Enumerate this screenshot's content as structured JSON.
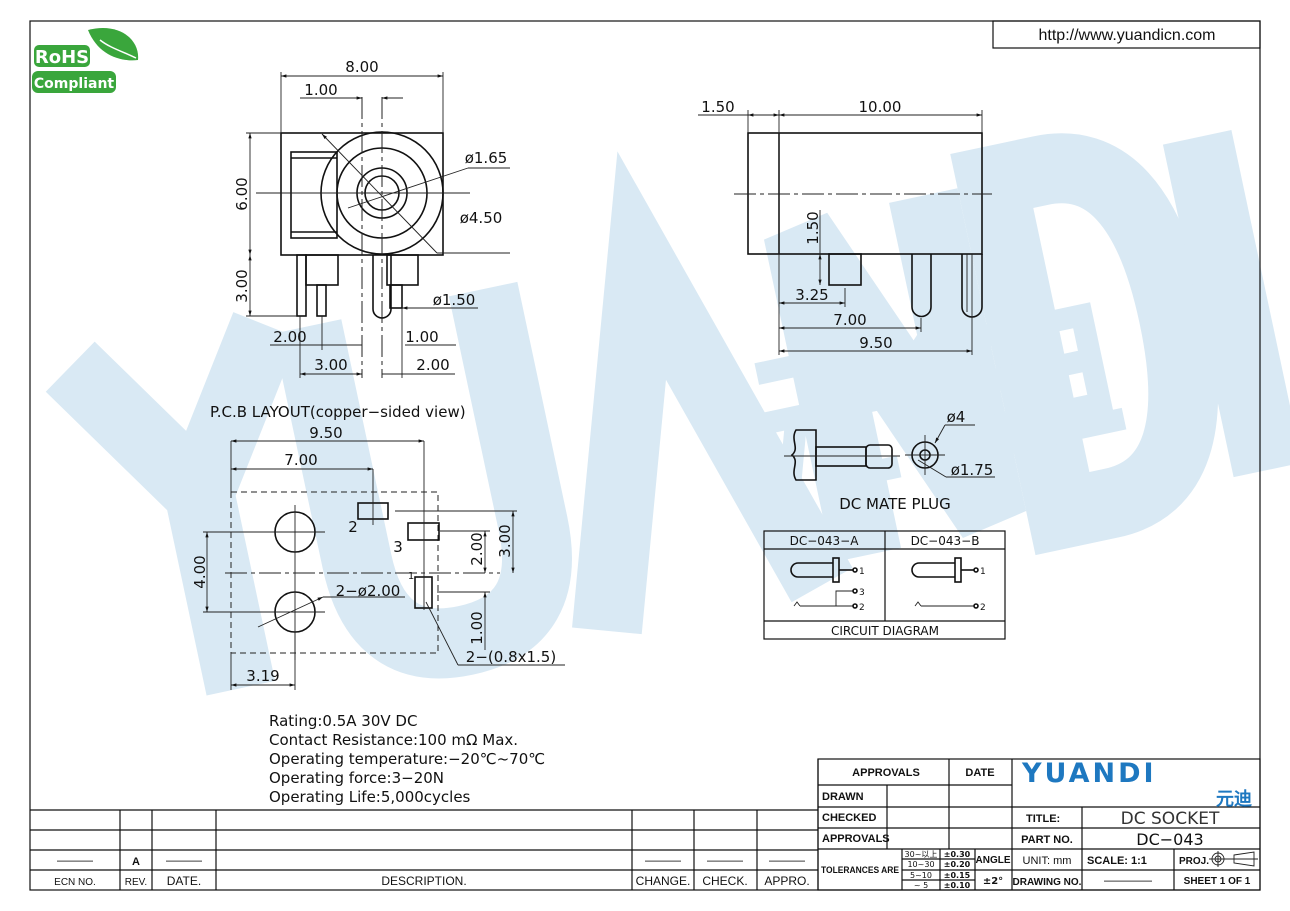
{
  "header": {
    "url": "http://www.yuandicn.com"
  },
  "rohs_logo": {
    "line1": "RoHS",
    "line2": "Compliant"
  },
  "watermark": {
    "latin": "YUANDI",
    "cjk": "元迪"
  },
  "front_view": {
    "dims": {
      "width": "8.00",
      "offset": "1.00",
      "height": "6.00",
      "pin_len": "3.00",
      "d_inner": "ø1.65",
      "d_outer": "ø4.50",
      "d_pin": "ø1.50",
      "b1": "2.00",
      "b2": "1.00",
      "b3": "3.00",
      "b4": "2.00"
    }
  },
  "side_view": {
    "dims": {
      "front": "1.50",
      "length": "10.00",
      "height": "1.50",
      "p1": "3.25",
      "p2": "7.00",
      "p3": "9.50"
    }
  },
  "plug": {
    "title": "DC  MATE  PLUG",
    "d_outer": "ø4",
    "d_inner": "ø1.75"
  },
  "pcb": {
    "title": "P.C.B  LAYOUT(copper−sided  view)",
    "dims": {
      "w1": "9.50",
      "w2": "7.00",
      "h1": "4.00",
      "h2": "3.00",
      "h3": "2.00",
      "h4": "1.00",
      "x1": "3.19"
    },
    "labels": {
      "pin2": "2",
      "pin3": "3",
      "pin1": "1",
      "holes": "2−ø2.00",
      "pads": "2−(0.8x1.5)"
    }
  },
  "circuit": {
    "col_a": "DC−043−A",
    "col_b": "DC−043−B",
    "footer": "CIRCUIT  DIAGRAM",
    "pins": {
      "p1": "1",
      "p2": "2",
      "p3": "3"
    }
  },
  "specs": [
    "Rating:0.5A  30V  DC",
    "Contact  Resistance:100  mΩ  Max.",
    "Operating  temperature:−20℃~70℃",
    "Operating  force:3−20N",
    "Operating  Life:5,000cycles"
  ],
  "revision_table": {
    "rev": "A",
    "dash": "———",
    "headers": [
      "ECN  NO.",
      "REV.",
      "DATE.",
      "DESCRIPTION.",
      "CHANGE.",
      "CHECK.",
      "APPRO."
    ]
  },
  "title_block": {
    "approvals": "APPROVALS",
    "date": "DATE",
    "drawn": "DRAWN",
    "checked": "CHECKED",
    "approvals2": "APPROVALS",
    "tolerances": "TOLERANCES  ARE",
    "tol_rows": [
      [
        "30~以上",
        "±0.30"
      ],
      [
        "10~30",
        "±0.20"
      ],
      [
        "5~10",
        "±0.15"
      ],
      [
        "~ 5",
        "±0.10"
      ]
    ],
    "angle": "ANGLE",
    "angle_val": "±2°",
    "brand": "YUANDI",
    "brand_cjk": "元迪",
    "title_label": "TITLE:",
    "title": "DC SOCKET",
    "part_label": "PART  NO.",
    "part": "DC−043",
    "unit": "UNIT:  mm",
    "scale": "SCALE:    1:1",
    "proj": "PROJ.",
    "drawing_label": "DRAWING  NO.",
    "drawing": "————",
    "sheet": "SHEET    1  OF  1"
  },
  "colors": {
    "brand_blue": "#1e78c0",
    "brand_green": "#2fa84f",
    "watermark": "#d5e6f2"
  }
}
